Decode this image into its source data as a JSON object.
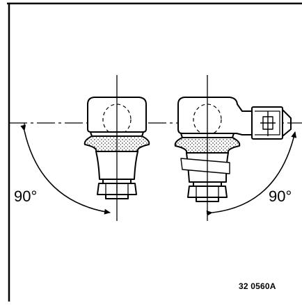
{
  "figure": {
    "left_angle_label": "90°",
    "right_angle_label": "90°",
    "reference_code": "32 0560A"
  }
}
